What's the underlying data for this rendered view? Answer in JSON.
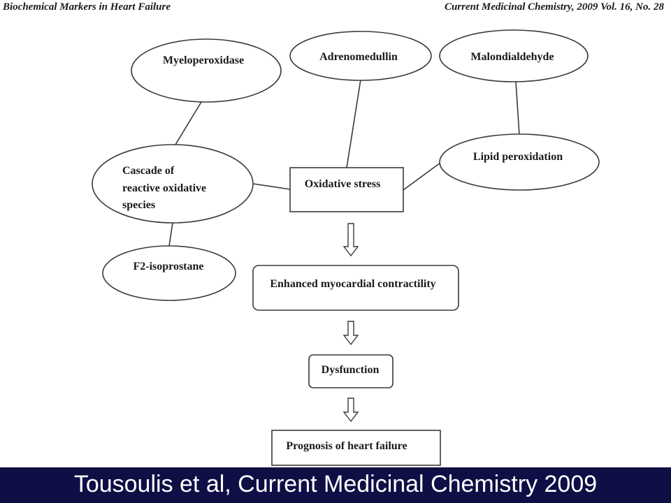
{
  "header": {
    "left": "Biochemical Markers in Heart Failure",
    "right": "Current Medicinal Chemistry,  2009 Vol. 16, No. 28"
  },
  "nodes": {
    "myeloperoxidase": "Myeloperoxidase",
    "adrenomedullin": "Adrenomedullin",
    "malondialdehyde": "Malondialdehyde",
    "lipid_peroxidation": "Lipid peroxidation",
    "cascade_line1": "Cascade of",
    "cascade_line2": "reactive oxidative",
    "cascade_line3": "species",
    "oxidative_stress": "Oxidative stress",
    "f2_isoprostane": "F2-isoprostane",
    "enhanced_contractility": "Enhanced myocardial contractility",
    "dysfunction": "Dysfunction",
    "prognosis": "Prognosis of heart failure"
  },
  "footer": {
    "citation": "Tousoulis et al, Current Medicinal Chemistry 2009"
  },
  "colors": {
    "footer_background": "#0f0f46",
    "footer_text": "#ffffff",
    "line": "#3a3a3a"
  }
}
